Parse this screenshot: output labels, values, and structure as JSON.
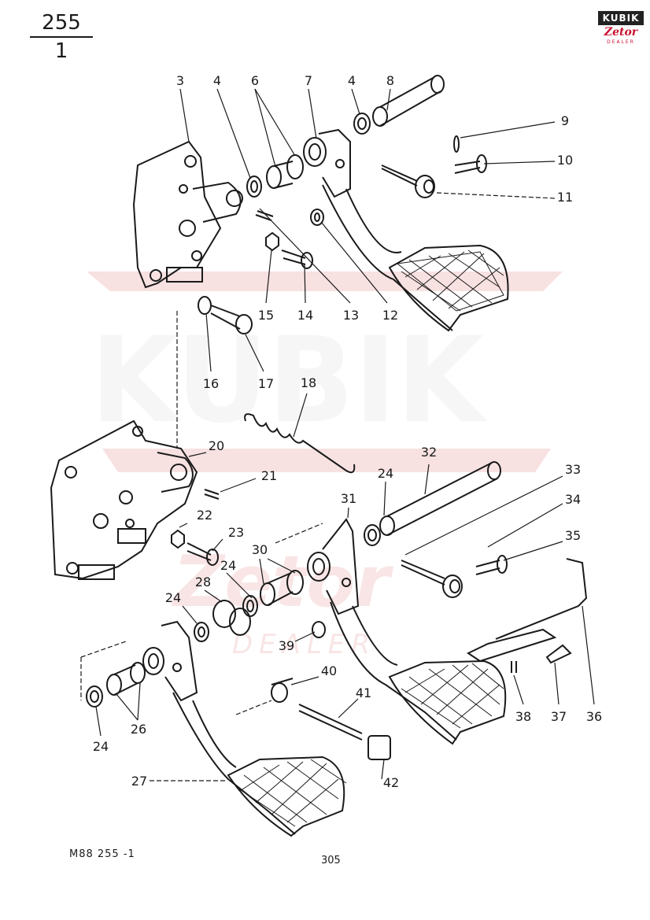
{
  "header": {
    "page_top": "255",
    "page_bottom": "1"
  },
  "logo": {
    "brand": "KUBIK",
    "sub": "Zetor",
    "dealer": "DEALER"
  },
  "footer": {
    "code": "M88  255 -1",
    "page": "305"
  },
  "callouts": [
    "3",
    "4",
    "6",
    "7",
    "4",
    "8",
    "9",
    "10",
    "11",
    "13",
    "12",
    "14",
    "15",
    "16",
    "17",
    "18",
    "20",
    "21",
    "32",
    "24",
    "33",
    "31",
    "34",
    "35",
    "22",
    "23",
    "30",
    "24",
    "28",
    "24",
    "39",
    "40",
    "41",
    "24",
    "26",
    "38",
    "37",
    "36",
    "42",
    "27"
  ],
  "colors": {
    "ink": "#1a1a1a",
    "watermark": "#f2c9c9",
    "brand_red": "#c8102e"
  }
}
